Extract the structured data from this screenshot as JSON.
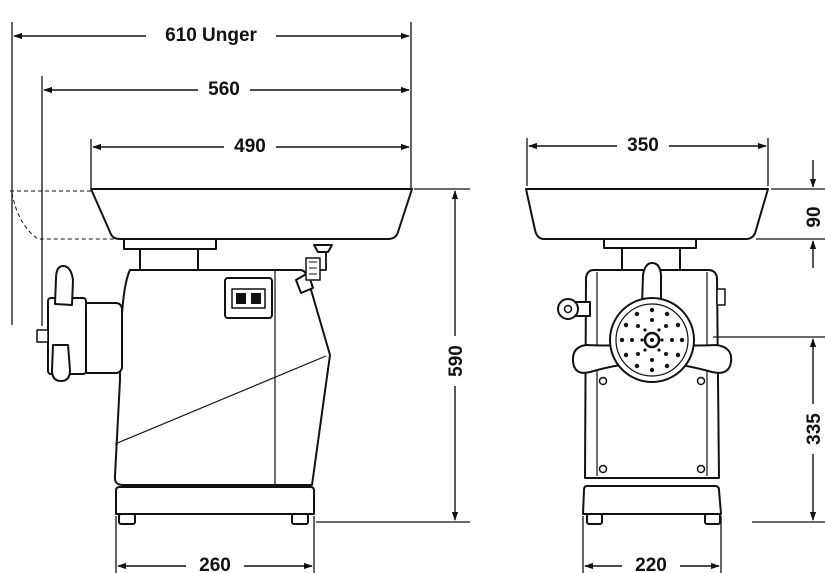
{
  "colors": {
    "line": "#111111",
    "fill": "#ffffff"
  },
  "dimensions": {
    "overall_width_gear": "610 Unger",
    "width_560": "560",
    "tray_width_side": "490",
    "tray_width_front": "350",
    "tray_height": "90",
    "total_height": "590",
    "outlet_height": "335",
    "base_width_side": "260",
    "base_width_front": "220"
  }
}
